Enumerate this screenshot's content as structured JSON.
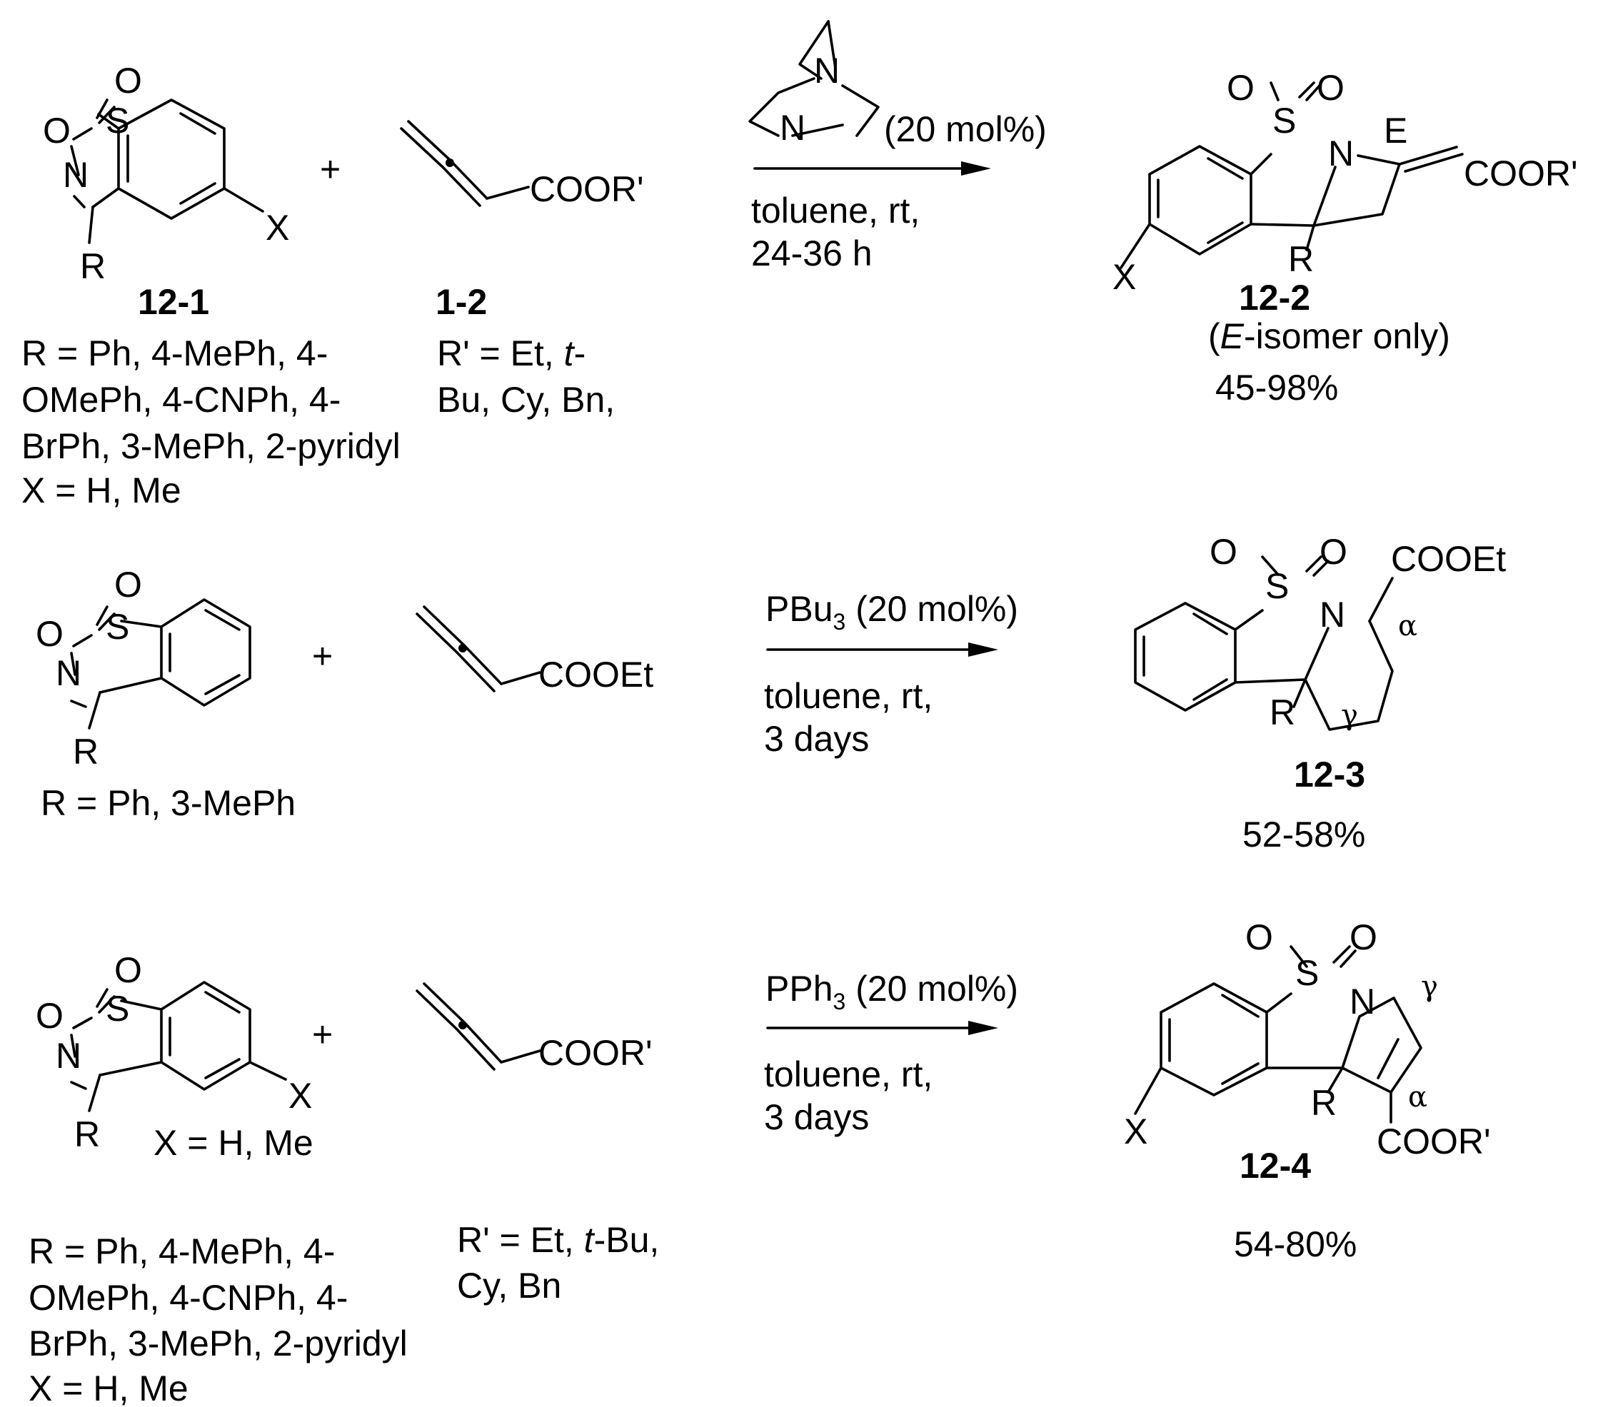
{
  "row1": {
    "reactant_label": "12-1",
    "reactant_r_lines": [
      "R = Ph, 4-MePh, 4-",
      "OMePh, 4-CNPh, 4-",
      "BrPh, 3-MePh, 2-pyridyl"
    ],
    "reactant_x": "X =  H, Me",
    "plus": "+",
    "allenoate_group": "COOR'",
    "allenoate_label": "1-2",
    "allenoate_r_line1_a": "R' = Et, ",
    "allenoate_r_line1_b": "t",
    "allenoate_r_line1_c": "-",
    "allenoate_r_line2": "Bu, Cy, Bn,",
    "catalyst_loading": "(20 mol%)",
    "solvent": "toluene, rt,",
    "time": "24-36 h",
    "product_label": "12-2",
    "product_note_a": "(",
    "product_note_b": "E",
    "product_note_c": "-isomer only)",
    "product_yield": "45-98%",
    "product_group": "COOR'"
  },
  "row2": {
    "reactant_r": "R = Ph, 3-MePh",
    "plus": "+",
    "allenoate_group": "COOEt",
    "catalyst_main": "PBu",
    "catalyst_sub": "3",
    "catalyst_loading": " (20 mol%)",
    "solvent": "toluene, rt,",
    "time": "3 days",
    "product_group": "COOEt",
    "alpha": "α",
    "gamma": "γ",
    "product_label": "12-3",
    "product_yield": "52-58%"
  },
  "row3": {
    "reactant_x": "X = H, Me",
    "plus": "+",
    "allenoate_group": "COOR'",
    "reactant_r_lines": [
      "R = Ph, 4-MePh, 4-",
      "OMePh, 4-CNPh, 4-",
      "BrPh, 3-MePh, 2-pyridyl"
    ],
    "reactant_x2": "X =  H, Me",
    "allenoate_r_line1_a": "R' = Et, ",
    "allenoate_r_line1_b": "t",
    "allenoate_r_line1_c": "-Bu,",
    "allenoate_r_line2": "Cy, Bn",
    "catalyst_main": "PPh",
    "catalyst_sub": "3",
    "catalyst_loading": " (20 mol%)",
    "solvent": "toluene, rt,",
    "time": "3 days",
    "alpha": "α",
    "gamma": "γ",
    "product_group": "COOR'",
    "product_label": "12-4",
    "product_yield": "54-80%"
  },
  "atoms": {
    "S": "S",
    "N": "N",
    "O": "O",
    "R": "R",
    "X": "X",
    "E": "E"
  }
}
